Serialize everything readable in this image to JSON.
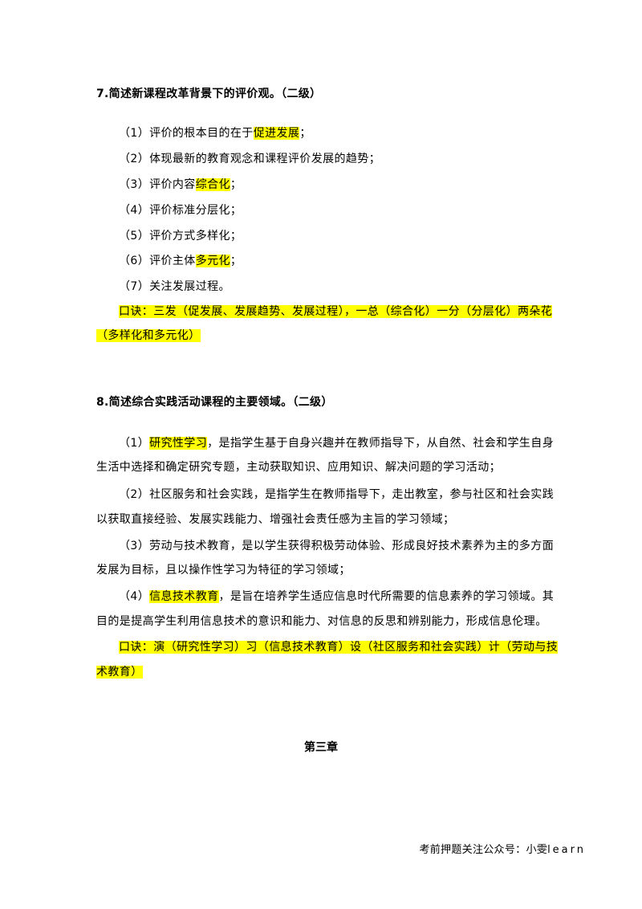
{
  "q7": {
    "title": "7.简述新课程改革背景下的评价观。（二级）",
    "items": [
      {
        "pre": "（1）评价的根本目的在于",
        "hl": "促进发展",
        "post": "；"
      },
      {
        "pre": "（2）体现最新的教育观念和课程评价发展的趋势；",
        "hl": "",
        "post": ""
      },
      {
        "pre": "（3）评价内容",
        "hl": "综合化",
        "post": "；"
      },
      {
        "pre": "（4）评价标准分层化；",
        "hl": "",
        "post": ""
      },
      {
        "pre": "（5）评价方式多样化；",
        "hl": "",
        "post": ""
      },
      {
        "pre": "（6）评价主体",
        "hl": "多元化",
        "post": "；"
      },
      {
        "pre": "（7）关注发展过程。",
        "hl": "",
        "post": ""
      }
    ],
    "mnemonic": [
      "口诀：三发（促发展、发展趋势、发展过程），一总（综合化）一分（分层化）两朵花",
      "（多样化和多元化）"
    ]
  },
  "q8": {
    "title": "8.简述综合实践活动课程的主要领域。（二级）",
    "p1": {
      "pre": "（1）",
      "hl": "研究性学习",
      "rest": "，是指学生基于自身兴趣并在教师指导下，从自然、社会和学生自身",
      "cont": "生活中选择和确定研究专题，主动获取知识、应用知识、解决问题的学习活动；"
    },
    "p2": {
      "l1": "（2）社区服务和社会实践，是指学生在教师指导下，走出教室，参与社区和社会实践",
      "l2": "以获取直接经验、发展实践能力、增强社会责任感为主旨的学习领域；"
    },
    "p3": {
      "l1": "（3）劳动与技术教育，是以学生获得积极劳动体验、形成良好技术素养为主的多方面",
      "l2": "发展为目标，且以操作性学习为特征的学习领域；"
    },
    "p4": {
      "pre": "（4）",
      "hl": "信息技术教育",
      "rest": "，是旨在培养学生适应信息时代所需要的信息素养的学习领域。其",
      "cont": "目的是提高学生利用信息技术的意识和能力、对信息的反思和辨别能力，形成信息伦理。"
    },
    "mnemonic": [
      "口诀：演（研究性学习）习（信息技术教育）设（社区服务和社会实践）计（劳动与技",
      "术教育）"
    ]
  },
  "chapter": "第三章",
  "footer": {
    "text": "考前押题关注公众号：小雯",
    "brand": "learn"
  }
}
